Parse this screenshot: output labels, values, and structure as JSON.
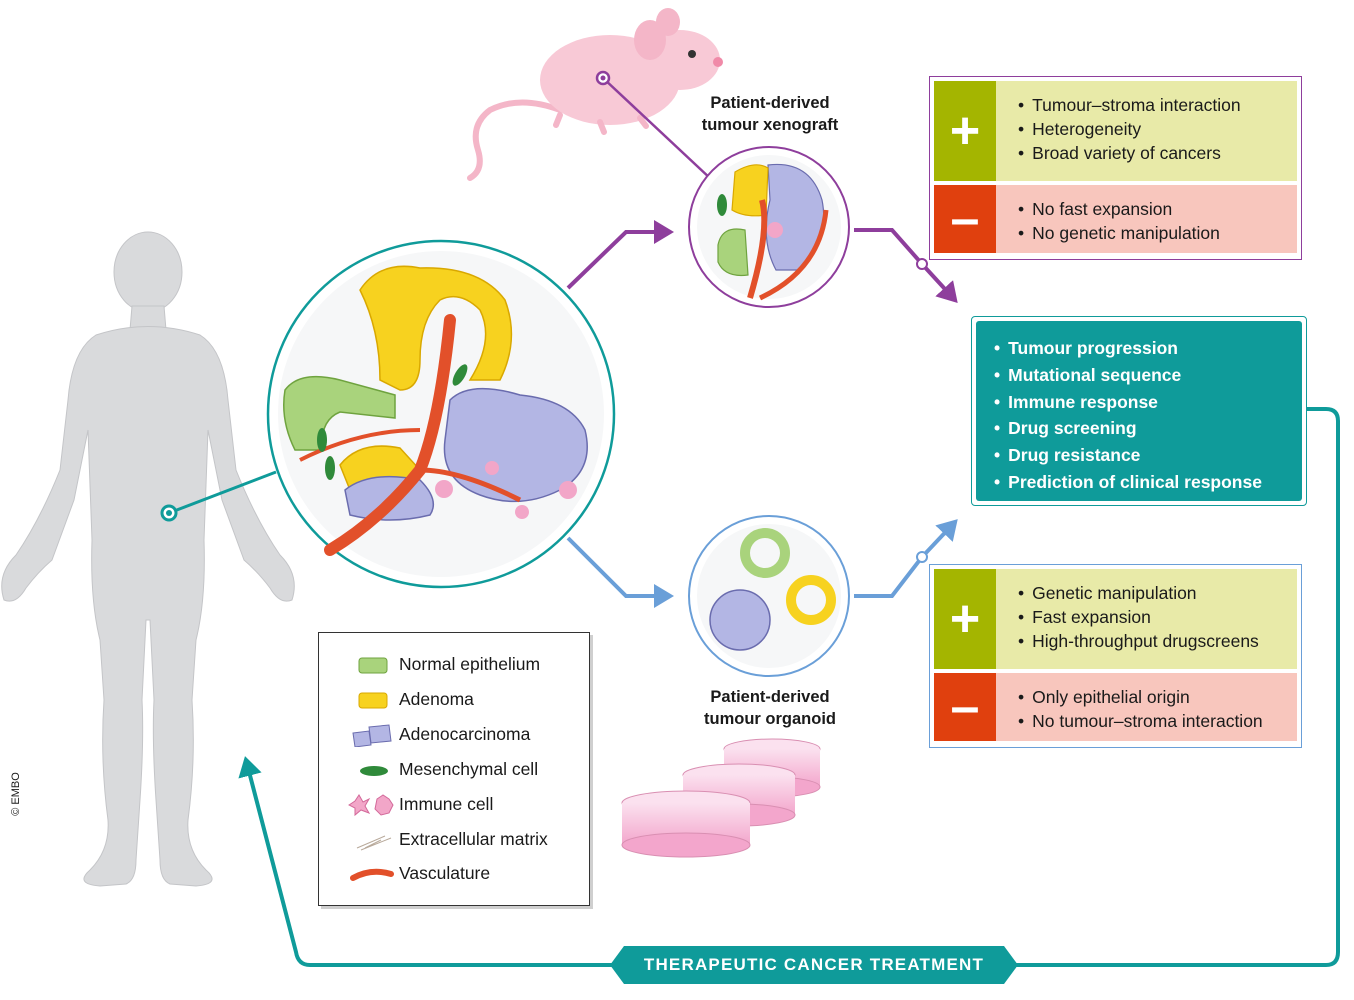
{
  "captions": {
    "xenograft": "Patient-derived\ntumour xenograft",
    "organoid": "Patient-derived\ntumour organoid"
  },
  "xenograft_box": {
    "plus_symbol": "+",
    "minus_symbol": "–",
    "pros": [
      "Tumour–stroma interaction",
      "Heterogeneity",
      "Broad variety of cancers"
    ],
    "cons": [
      "No fast expansion",
      "No genetic manipulation"
    ]
  },
  "organoid_box": {
    "plus_symbol": "+",
    "minus_symbol": "–",
    "pros": [
      "Genetic manipulation",
      "Fast expansion",
      "High-throughput drugscreens"
    ],
    "cons": [
      "Only epithelial origin",
      "No tumour–stroma interaction"
    ]
  },
  "applications": [
    "Tumour progression",
    "Mutational sequence",
    "Immune response",
    "Drug screening",
    "Drug resistance",
    "Prediction of clinical response"
  ],
  "legend": [
    {
      "label": "Normal epithelium",
      "icon": "normal-epithelium-icon"
    },
    {
      "label": "Adenoma",
      "icon": "adenoma-icon"
    },
    {
      "label": "Adenocarcinoma",
      "icon": "adenocarcinoma-icon"
    },
    {
      "label": "Mesenchymal cell",
      "icon": "mesenchymal-cell-icon"
    },
    {
      "label": "Immune cell",
      "icon": "immune-cell-icon"
    },
    {
      "label": "Extracellular matrix",
      "icon": "extracellular-matrix-icon"
    },
    {
      "label": "Vasculature",
      "icon": "vasculature-icon"
    }
  ],
  "treatment_label": "THERAPEUTIC CANCER TREATMENT",
  "copyright": "© EMBO",
  "colors": {
    "teal": "#0f9b9a",
    "purple": "#8e3e9c",
    "blue": "#6a9fd8",
    "plus_green": "#a4b500",
    "plus_bg": "#e8eaa8",
    "minus_red": "#e0400e",
    "minus_bg": "#f8c6bd",
    "normal": "#a9d37c",
    "adenoma": "#f7d21f",
    "adenocarcinoma": "#b3b6e4",
    "mesenchymal": "#2f8a3a",
    "immune": "#f2a6c8",
    "vasculature": "#e2502a",
    "body": "#d9dadc"
  }
}
